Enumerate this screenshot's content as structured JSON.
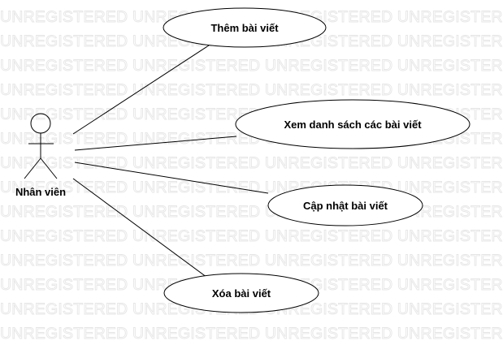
{
  "diagram": {
    "watermark_text": "UNREGISTERED UNREGISTERED UNREGISTERED UNREGISTERED",
    "actor": {
      "label": "Nhân viên",
      "icon": "stick-figure-actor-icon"
    },
    "use_cases": [
      {
        "label": "Thêm bài viết"
      },
      {
        "label": "Xem danh sách các bài viết"
      },
      {
        "label": "Cập nhật bài viết"
      },
      {
        "label": "Xóa bài viết"
      }
    ]
  }
}
